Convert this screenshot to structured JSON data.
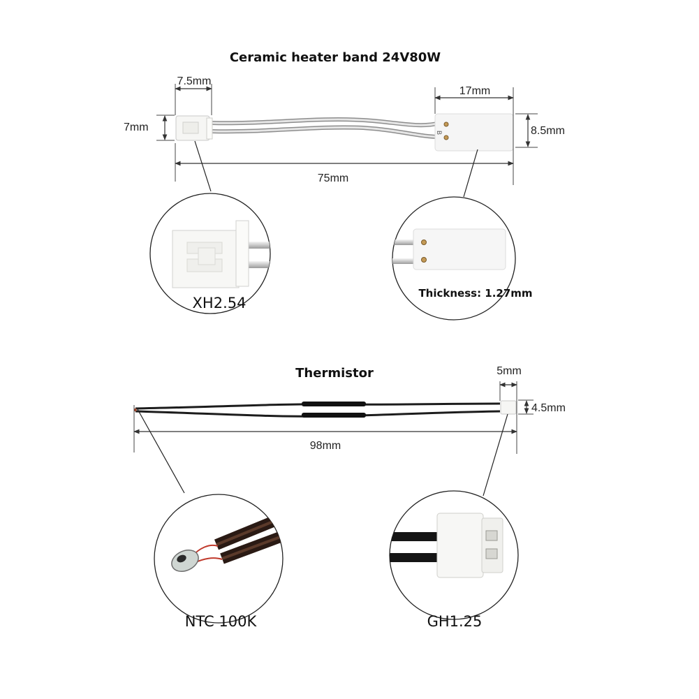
{
  "heater": {
    "title": "Ceramic heater band 24V80W",
    "connector_width": "7.5mm",
    "connector_height": "7mm",
    "plate_width": "17mm",
    "plate_height": "8.5mm",
    "total_length": "75mm",
    "connector_type": "XH2.54",
    "thickness": "Thickness: 1.27mm",
    "plate_mark": "B"
  },
  "thermistor": {
    "title": "Thermistor",
    "connector_width": "5mm",
    "connector_height": "4.5mm",
    "total_length": "98mm",
    "sensor_type": "NTC 100K",
    "connector_type": "GH1.25"
  }
}
